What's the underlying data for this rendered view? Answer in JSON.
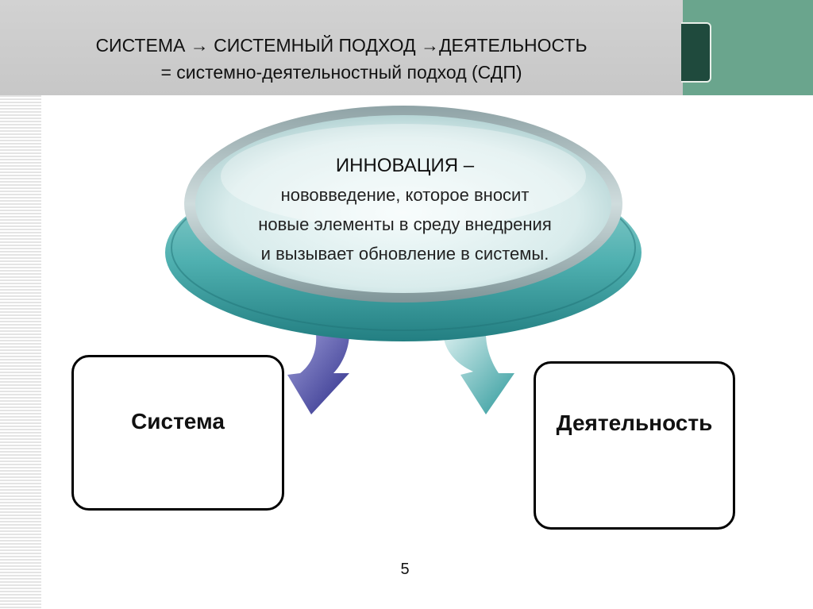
{
  "header": {
    "line1": "СИСТЕМА → СИСТЕМНЫЙ ПОДХОД →ДЕЯТЕЛЬНОСТЬ",
    "line2": "= системно-деятельностный подход (СДП)"
  },
  "oval": {
    "title": "ИННОВАЦИЯ –",
    "line1": "нововведение, которое вносит",
    "line2": "новые элементы в среду внедрения",
    "line3": "и вызывает обновление в системы."
  },
  "boxes": {
    "left": "Система",
    "right": "Деятельность"
  },
  "page_number": "5",
  "colors": {
    "teal": "#3aa0a4",
    "arrow_left": "#5a5aa8",
    "arrow_right": "#4fb0b0",
    "corner_green": "#6aa58d",
    "corner_dark": "#1f4a3d"
  }
}
